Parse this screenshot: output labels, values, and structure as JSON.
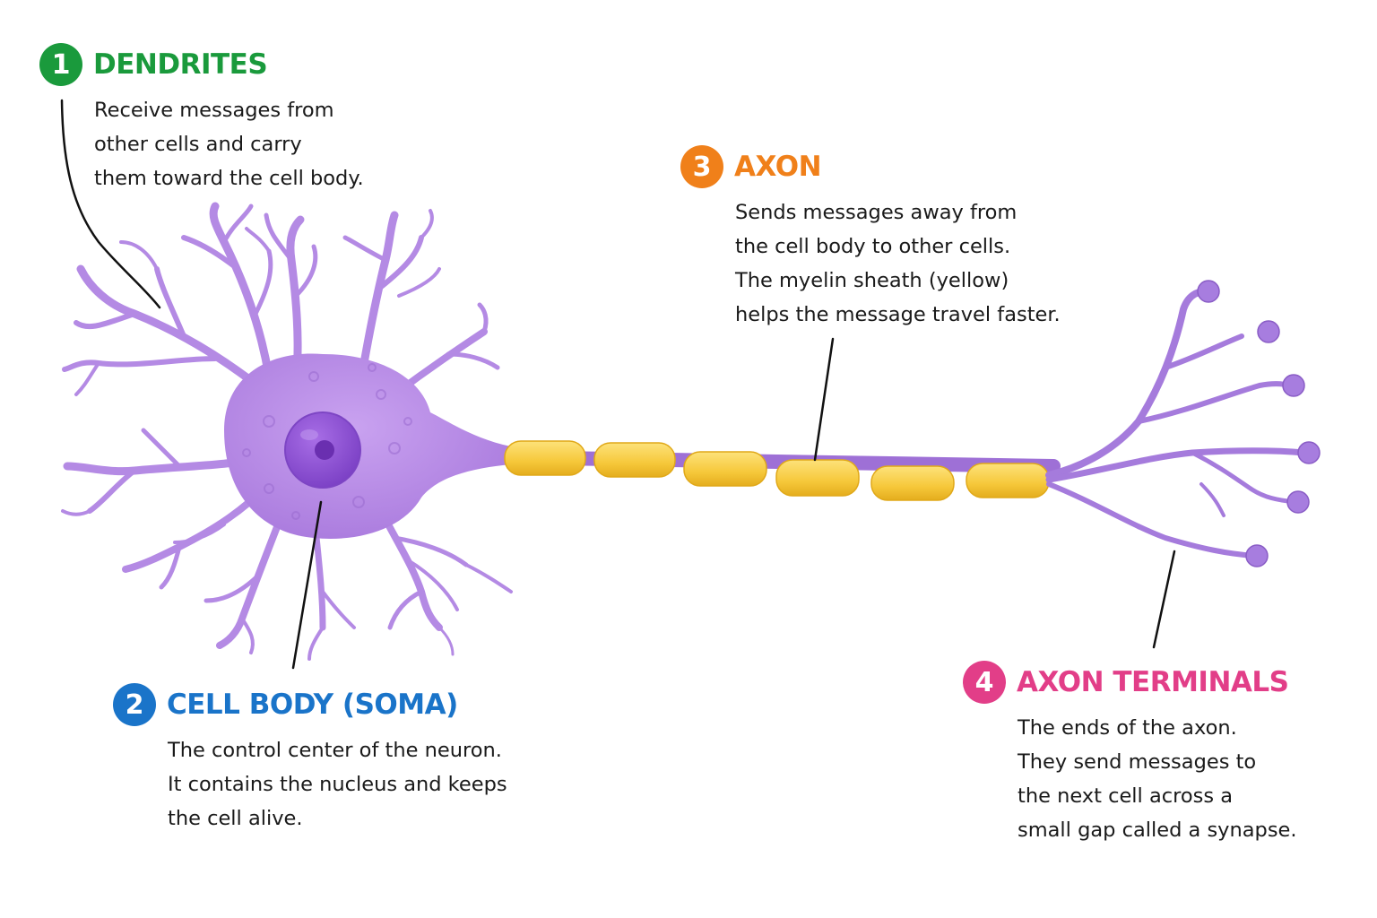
{
  "colors": {
    "neuron": "#b98ee6",
    "neuron_dark": "#9b6bd3",
    "nucleus": "#8a4fd1",
    "myelin": "#f7cf45",
    "dendrites_accent": "#1a9a3c",
    "soma_accent": "#1a74c9",
    "axon_accent": "#f0801a",
    "terminals_accent": "#e23e88"
  },
  "labels": {
    "dendrites": {
      "number": "1",
      "title": "DENDRITES",
      "lines": [
        "Receive messages from",
        "other cells and carry",
        "them toward the cell body."
      ]
    },
    "soma": {
      "number": "2",
      "title": "CELL BODY (SOMA)",
      "lines": [
        "The control center of the neuron.",
        "It contains the nucleus and keeps",
        "the cell alive."
      ]
    },
    "axon": {
      "number": "3",
      "title": "AXON",
      "lines": [
        "Sends messages away from",
        "the cell body to other cells.",
        "The myelin sheath (yellow)",
        "helps the message travel faster."
      ]
    },
    "terminals": {
      "number": "4",
      "title": "AXON TERMINALS",
      "lines": [
        "The ends of the axon.",
        "They send messages to",
        "the next cell across a",
        "small gap called a synapse."
      ]
    }
  }
}
